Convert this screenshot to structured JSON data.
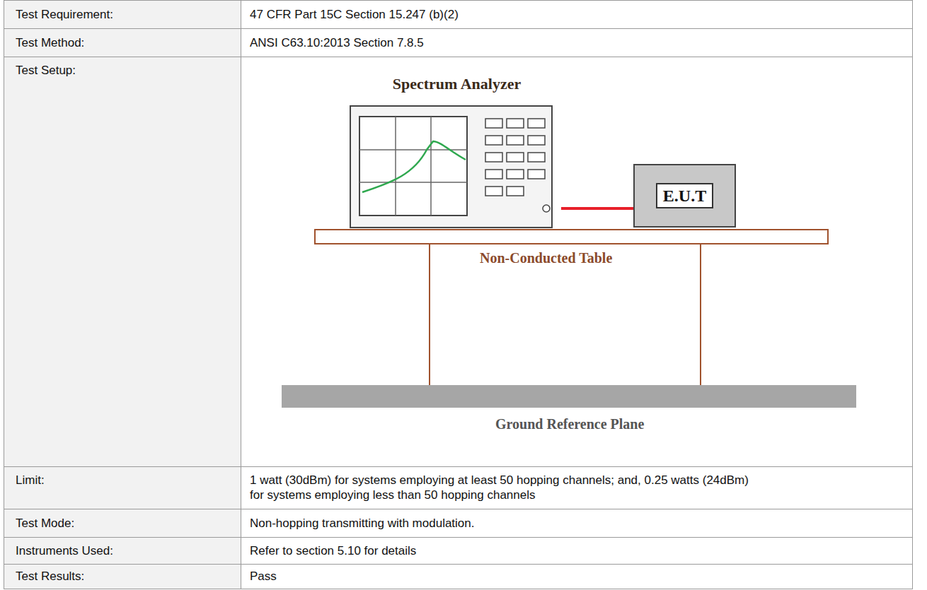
{
  "diagram": {
    "nodes": [
      {
        "text": [
          "Spectrum Analyzer"
        ]
      },
      {
        "text": [
          "E.U.T"
        ]
      }
    ],
    "edges": [
      {
        "from": 0,
        "to": 1,
        "arrow": "none"
      }
    ],
    "labels": [
      "Test Requirement:",
      "47 CFR Part 15C Section 15.247 (b)(2)",
      "Test Method:",
      "ANSI C63.10:2013 Section 7.8.5",
      "Test Setup:",
      "Non-Conducted Table",
      "Ground Reference Plane",
      "Limit:",
      "1 watt (30dBm) for systems employing at least 50 hopping channels; and, 0.25 watts (24dBm) for systems employing less than 50 hopping channels",
      "Test Mode:",
      "Non-hopping transmitting with modulation.",
      "Instruments Used:",
      "Refer to section 5.10 for details",
      "Test Results:",
      "Pass"
    ]
  }
}
